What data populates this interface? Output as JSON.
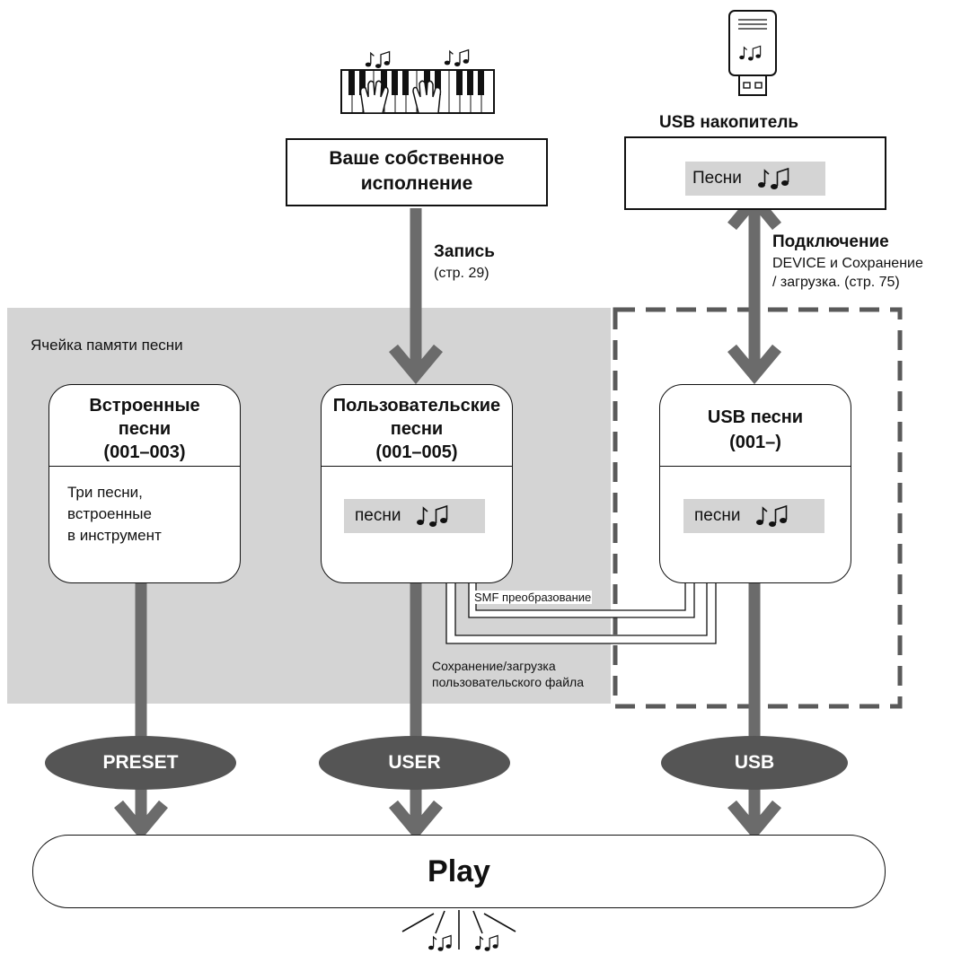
{
  "memory_area_label": "Ячейка памяти песни",
  "own_performance": {
    "line1": "Ваше собственное",
    "line2": "исполнение"
  },
  "usb_drive": {
    "label": "USB накопитель",
    "songs": "Песни"
  },
  "record": {
    "title": "Запись",
    "ref": "(стр. 29)"
  },
  "connect": {
    "title": "Подключение",
    "line1": "DEVICE и Сохранение",
    "line2": "/ загрузка. (стр. 75)"
  },
  "preset_box": {
    "line1": "Встроенные",
    "line2": "песни",
    "line3": "(001–003)",
    "desc1": "Три песни,",
    "desc2": "встроенные",
    "desc3": "в инструмент"
  },
  "user_box": {
    "line1": "Пользовательские",
    "line2": "песни",
    "line3": "(001–005)",
    "songs": "песни"
  },
  "usb_box": {
    "line1": "USB песни",
    "line2": "(001–)",
    "songs": "песни"
  },
  "smf_label": "SMF преобразование",
  "save_load": {
    "line1": "Сохранение/загрузка",
    "line2": "пользовательского файла"
  },
  "buttons": {
    "preset": "PRESET",
    "user": "USER",
    "usb": "USB"
  },
  "play": "Play",
  "icons": [
    "keyboard-hands-icon",
    "usb-stick-icon",
    "music-notes-icon"
  ],
  "colors": {
    "shade": "#d4d4d4",
    "arrow": "#6b6b6b",
    "oval": "#555555"
  }
}
